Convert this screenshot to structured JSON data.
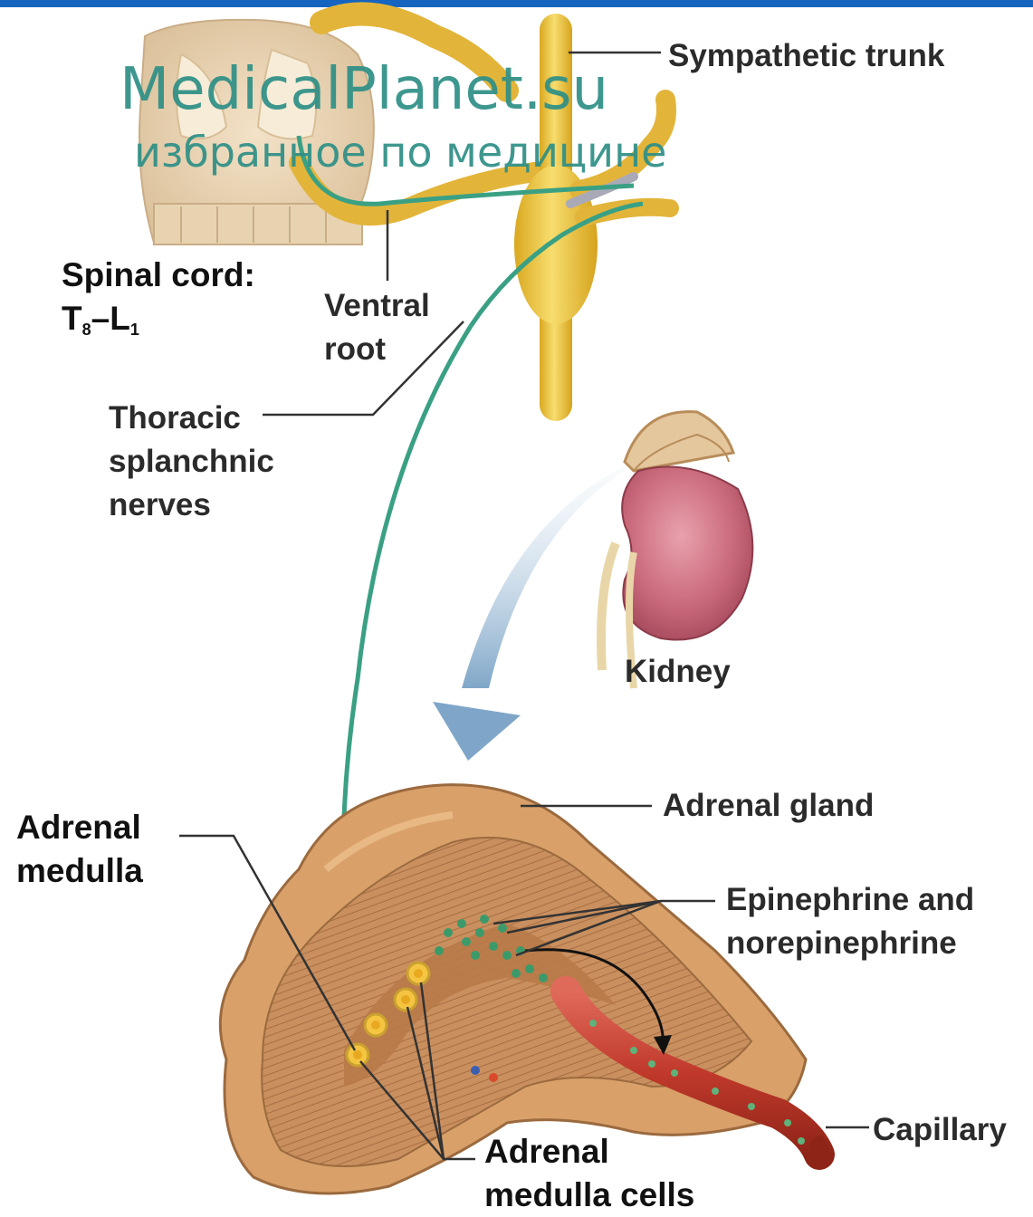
{
  "labels": {
    "sympathetic_trunk": "Sympathetic trunk",
    "spinal_cord_line1": "Spinal cord:",
    "spinal_cord_T": "T",
    "spinal_cord_T_sub": "8",
    "spinal_cord_dash": "–",
    "spinal_cord_L": "L",
    "spinal_cord_L_sub": "1",
    "ventral_root_line1": "Ventral",
    "ventral_root_line2": "root",
    "thoracic_line1": "Thoracic",
    "thoracic_line2": "splanchnic",
    "thoracic_line3": "nerves",
    "kidney": "Kidney",
    "adrenal_gland": "Adrenal gland",
    "adrenal_medulla_line1": "Adrenal",
    "adrenal_medulla_line2": "medulla",
    "epinephrine_line1": "Epinephrine and",
    "epinephrine_line2": "norepinephrine",
    "capillary": "Capillary",
    "medulla_cells_line1": "Adrenal",
    "medulla_cells_line2": "medulla cells"
  },
  "watermark": {
    "site": "MedicalPlanet.su",
    "tagline": "избранное по медицине"
  },
  "colors": {
    "top_bar": "#1565c0",
    "nerve_fiber": "#3aa084",
    "trunk_yellow": "#f2c94c",
    "kidney": "#c8677a",
    "adrenal_tissue": "#c98f5f",
    "capillary": "#c0392b",
    "arrow": "#8fb4d2",
    "watermark": "#2e8f86"
  }
}
